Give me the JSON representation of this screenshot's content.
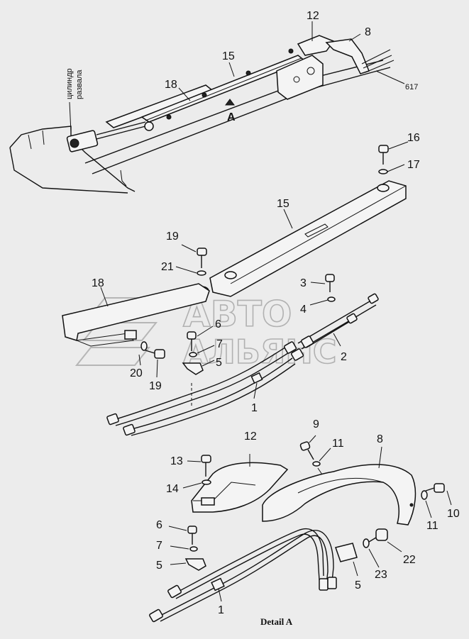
{
  "labels": {
    "top_617": "617",
    "top_8": "8",
    "top_12": "12",
    "top_15": "15",
    "top_18": "18",
    "top_A": "A",
    "top_cyrillic_1": "цилиндр",
    "top_cyrillic_2": "развала",
    "p16": "16",
    "p17": "17",
    "p15": "15",
    "p19a": "19",
    "p21": "21",
    "p18": "18",
    "p3": "3",
    "p4": "4",
    "p6a": "6",
    "p7a": "7",
    "p5a": "5",
    "p2": "2",
    "p20": "20",
    "p19b": "19",
    "p1a": "1",
    "p9": "9",
    "p11a": "11",
    "p8": "8",
    "p12": "12",
    "p13": "13",
    "p14": "14",
    "p10": "10",
    "p11b": "11",
    "p6b": "6",
    "p7b": "7",
    "p5b": "5",
    "p22": "22",
    "p23": "23",
    "p5c": "5",
    "p1b": "1",
    "detail_caption": "Detail A"
  },
  "watermark": {
    "line1": "АВТО",
    "line2": "АЛЬЯНС"
  }
}
